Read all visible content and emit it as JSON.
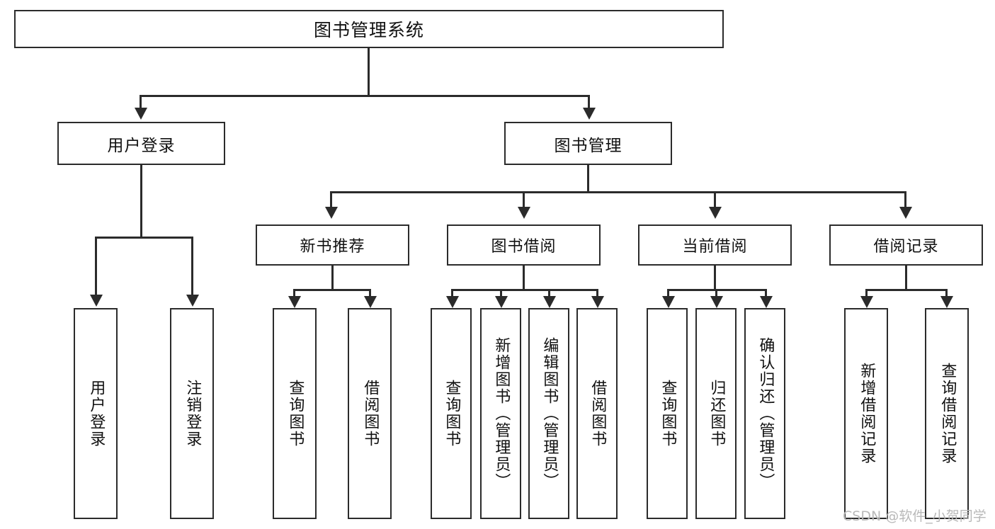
{
  "diagram": {
    "title": "图书管理系统",
    "type": "tree",
    "root": {
      "id": "root",
      "label": "图书管理系统"
    },
    "level2": [
      {
        "id": "user-login",
        "label": "用户登录"
      },
      {
        "id": "book-management",
        "label": "图书管理"
      }
    ],
    "level3": [
      {
        "id": "new-book-recommend",
        "label": "新书推荐",
        "parent": "book-management"
      },
      {
        "id": "book-borrow",
        "label": "图书借阅",
        "parent": "book-management"
      },
      {
        "id": "current-borrow",
        "label": "当前借阅",
        "parent": "book-management"
      },
      {
        "id": "borrow-record",
        "label": "借阅记录",
        "parent": "book-management"
      }
    ],
    "leaves": {
      "user-login": [
        {
          "id": "leaf-user-login",
          "label": "用户登录"
        },
        {
          "id": "leaf-user-logout",
          "label": "注销登录"
        }
      ],
      "new-book-recommend": [
        {
          "id": "leaf-query-book-1",
          "label": "查询图书"
        },
        {
          "id": "leaf-borrow-book-1",
          "label": "借阅图书"
        }
      ],
      "book-borrow": [
        {
          "id": "leaf-query-book-2",
          "label": "查询图书"
        },
        {
          "id": "leaf-add-book",
          "label": "新增图书（管理员）"
        },
        {
          "id": "leaf-edit-book",
          "label": "编辑图书（管理员）"
        },
        {
          "id": "leaf-borrow-book-2",
          "label": "借阅图书"
        }
      ],
      "current-borrow": [
        {
          "id": "leaf-query-book-3",
          "label": "查询图书"
        },
        {
          "id": "leaf-return-book",
          "label": "归还图书"
        },
        {
          "id": "leaf-confirm-return",
          "label": "确认归还（管理员）"
        }
      ],
      "borrow-record": [
        {
          "id": "leaf-add-record",
          "label": "新增借阅记录"
        },
        {
          "id": "leaf-query-record",
          "label": "查询借阅记录"
        }
      ]
    }
  },
  "watermark": {
    "text": "CSDN @软件_小贺同学"
  },
  "colors": {
    "stroke": "#2b2b2b",
    "background": "#ffffff",
    "text": "#111111",
    "watermark": "#b9b9b9"
  }
}
